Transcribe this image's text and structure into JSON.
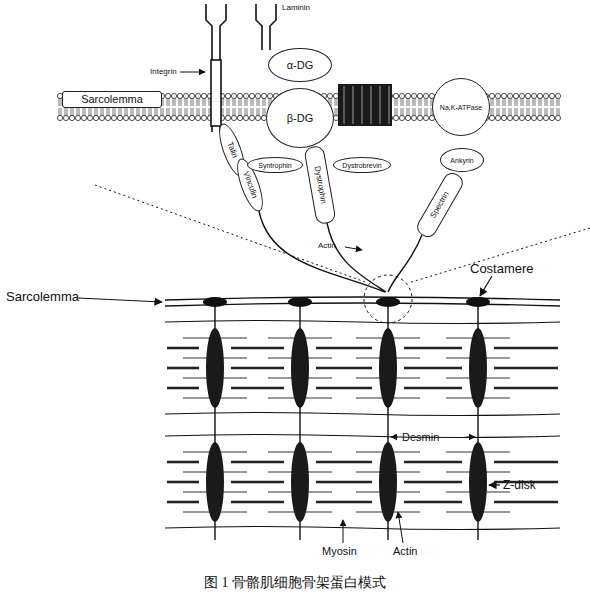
{
  "diagram": {
    "caption": "图 1   骨骼肌细胞骨架蛋白模式",
    "nodes": [
      {
        "text": [
          "Sarcolemma"
        ]
      },
      {
        "text": [
          "α-DG"
        ]
      },
      {
        "text": [
          "β-DG"
        ]
      },
      {
        "text": [
          "Na,K-ATPase"
        ]
      },
      {
        "text": [
          "Talin"
        ]
      },
      {
        "text": [
          "Vinculin"
        ]
      },
      {
        "text": [
          "Syntrophin"
        ]
      },
      {
        "text": [
          "Dystrophin"
        ]
      },
      {
        "text": [
          "Dystrobrevin"
        ]
      },
      {
        "text": [
          "Ankyrin"
        ]
      },
      {
        "text": [
          "Spectrin"
        ]
      }
    ],
    "labels": [
      "Laminin",
      "Integrin",
      "Actin",
      "Sarcolemma",
      "Costamere",
      "Desmin",
      "Z-disk",
      "Myosin",
      "Actin"
    ]
  }
}
